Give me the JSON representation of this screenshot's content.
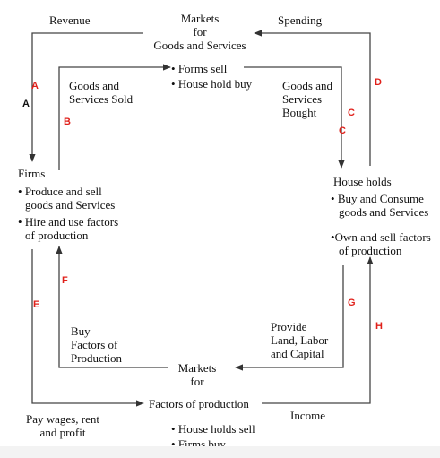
{
  "top_labels": {
    "revenue": "Revenue",
    "spending": "Spending"
  },
  "markets_goods": {
    "title_lines": [
      "Markets",
      "for",
      "Goods and Services"
    ],
    "bullets": [
      "Forms sell",
      "House hold buy"
    ]
  },
  "goods_sold": [
    "Goods and",
    "Services Sold"
  ],
  "goods_bought": [
    "Goods and",
    "Services",
    "Bought"
  ],
  "firms": {
    "title": "Firms",
    "bullets": [
      [
        "Produce and sell",
        "goods and Services"
      ],
      [
        "Hire and use factors",
        "of production"
      ]
    ]
  },
  "households": {
    "title": "House holds",
    "bullets": [
      [
        "Buy and Consume",
        "goods and Services"
      ],
      [
        "Own and sell factors",
        "of production"
      ]
    ]
  },
  "buy_factors": [
    "Buy",
    "Factors of",
    "Production"
  ],
  "provide": [
    "Provide",
    "Land, Labor",
    "and Capital"
  ],
  "markets_factors": {
    "title_lines": [
      "Markets",
      "for",
      "Factors of production"
    ],
    "bullets": [
      "House holds sell",
      "Firms buy"
    ]
  },
  "pay_wages": [
    "Pay wages, rent",
    "and profit"
  ],
  "income": "Income",
  "markers": {
    "a_red": "A",
    "a_black": "A",
    "b": "B",
    "c1": "C",
    "c2": "C",
    "d": "D",
    "e": "E",
    "f": "F",
    "g": "G",
    "h": "H"
  },
  "colors": {
    "marker_red": "#e0201a",
    "marker_black": "#111111",
    "arrow": "#333333"
  }
}
